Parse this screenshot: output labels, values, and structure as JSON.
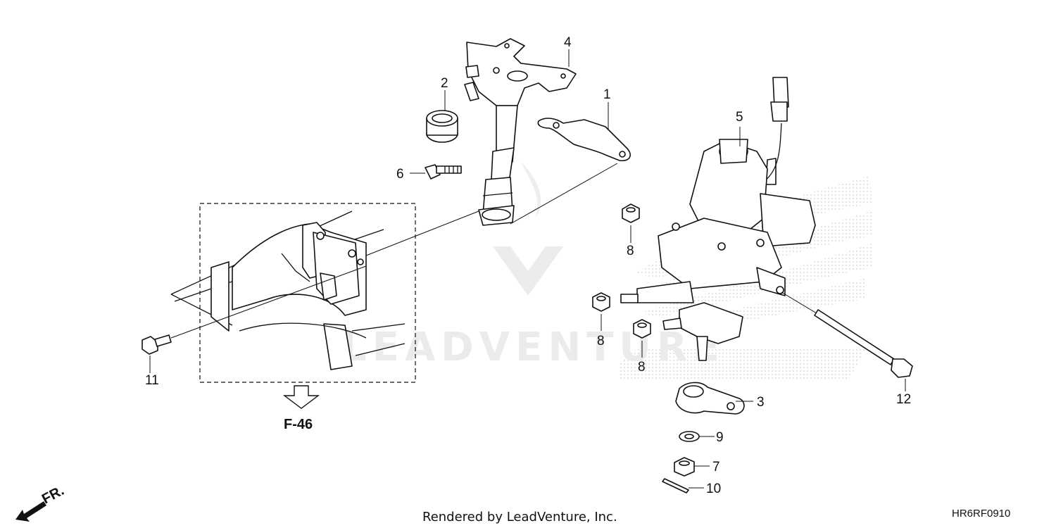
{
  "callouts": [
    {
      "id": "1",
      "label": "1"
    },
    {
      "id": "2",
      "label": "2"
    },
    {
      "id": "3",
      "label": "3"
    },
    {
      "id": "4",
      "label": "4"
    },
    {
      "id": "5",
      "label": "5"
    },
    {
      "id": "6",
      "label": "6"
    },
    {
      "id": "7",
      "label": "7"
    },
    {
      "id": "8a",
      "label": "8"
    },
    {
      "id": "8b",
      "label": "8"
    },
    {
      "id": "8c",
      "label": "8"
    },
    {
      "id": "9",
      "label": "9"
    },
    {
      "id": "10",
      "label": "10"
    },
    {
      "id": "11",
      "label": "11"
    },
    {
      "id": "12",
      "label": "12"
    }
  ],
  "reference": {
    "label": "F-46"
  },
  "direction": {
    "label": "FR."
  },
  "footer": {
    "rendered_by": "Rendered by LeadVenture, Inc.",
    "diagram_code": "HR6RF0910"
  },
  "watermark": {
    "text": "LEADVENTURE"
  },
  "colors": {
    "line": "#111111",
    "background": "#ffffff",
    "watermark": "#ebebeb"
  }
}
